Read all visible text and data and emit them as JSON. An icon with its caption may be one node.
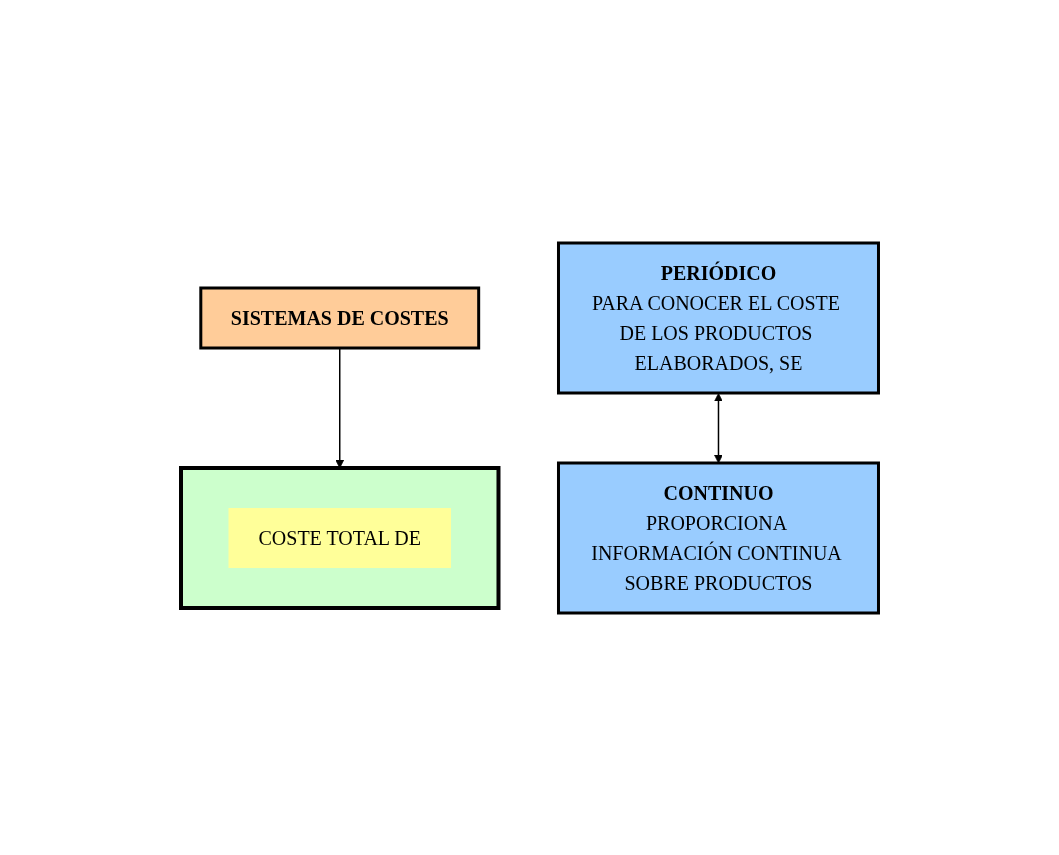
{
  "diagram": {
    "nodes": [
      {
        "text": [
          "SISTEMAS DE COSTES"
        ]
      },
      {
        "text": [
          "PERIÓDICO",
          "PARA CONOCER EL COSTE DE LOS PRODUCTOS ELABORADOS, SE"
        ]
      },
      {
        "text": [
          "CONTINUO",
          "PROPORCIONA INFORMACIÓN CONTINUA SOBRE PRODUCTOS"
        ]
      },
      {
        "text": [],
        "shape": "box"
      },
      {
        "text": [
          "COSTE TOTAL DE"
        ],
        "in": 3
      }
    ],
    "edges": [
      {
        "from": 0,
        "to": 3,
        "arrow": "to"
      },
      {
        "from": 1,
        "to": 2,
        "arrow": "both"
      }
    ]
  }
}
